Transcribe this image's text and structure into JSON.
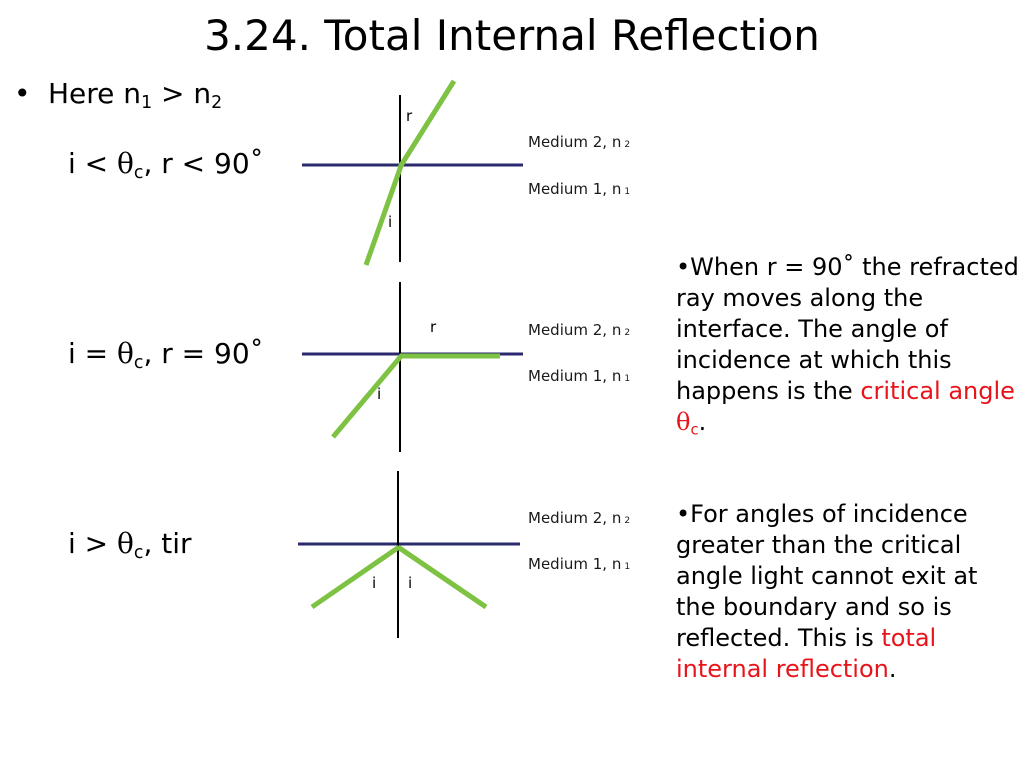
{
  "title": "3.24. Total Internal Reflection",
  "bullet": {
    "marker": "•",
    "text_before": "Here n",
    "sub1": "1",
    "text_mid": " > n",
    "sub2": "2"
  },
  "theta": "θ",
  "theta_sub": "c",
  "conditions": [
    {
      "prefix": "i < ",
      "suffix": ", r < 90˚"
    },
    {
      "prefix": "i = ",
      "suffix": ", r = 90˚"
    },
    {
      "prefix": "i > ",
      "suffix": ", tir"
    }
  ],
  "media": {
    "medium2": "Medium 2, n",
    "medium2_sub": "2",
    "medium1": "Medium 1, n",
    "medium1_sub": "1"
  },
  "ray_labels": {
    "r": "r",
    "i": "i"
  },
  "notes": [
    {
      "text": "•When r = 90˚ the refracted ray moves along the interface. The angle of incidence at which this happens is the ",
      "highlight": "critical angle ",
      "end": "."
    },
    {
      "text": "•For angles of incidence greater than the critical angle light cannot exit at the boundary and so is reflected. This is ",
      "highlight": "total internal reflection",
      "end": "."
    }
  ],
  "colors": {
    "interface": "#2b2a6e",
    "normal": "#000000",
    "ray": "#7dc242",
    "highlight": "#e8141b"
  }
}
